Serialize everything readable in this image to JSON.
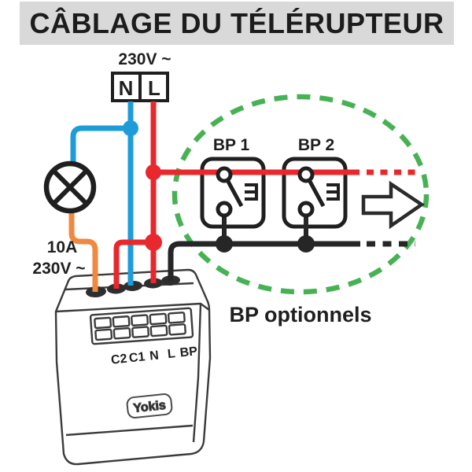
{
  "title": "CÂBLAGE DU TÉLÉRUPTEUR",
  "supply": {
    "voltage": "230V ~",
    "neutral": "N",
    "live": "L"
  },
  "lamp": {
    "amps": "10A",
    "volts": "230V ~"
  },
  "switches": {
    "bp1": "BP 1",
    "bp2": "BP 2",
    "note": "BP optionnels"
  },
  "device": {
    "brand": "Yokis",
    "terminals": [
      "C2",
      "C1",
      "N",
      "L",
      "BP"
    ]
  },
  "colors": {
    "live_wire": "#e8282c",
    "neutral_wire": "#1d9cd9",
    "lamp_return_wire": "#f0883f",
    "bp_wire": "#262626",
    "optional_zone": "#47b254",
    "title_bg": "#d9d9d9"
  }
}
